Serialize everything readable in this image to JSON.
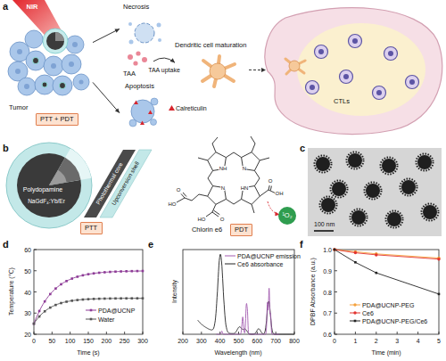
{
  "diagram": {
    "nodes": [
      {
        "text": [
          "Tumor"
        ]
      },
      {
        "text": [
          "PTT + PDT"
        ]
      },
      {
        "text": [
          "Necrosis"
        ]
      },
      {
        "text": [
          "TAA"
        ]
      },
      {
        "text": [
          "Dendritic cell maturation"
        ]
      },
      {
        "text": [
          "Apoptosis"
        ]
      },
      {
        "text": [
          "CTLs"
        ]
      },
      {
        "text": [
          "PTT"
        ]
      },
      {
        "text": [
          "PDT"
        ]
      },
      {
        "text": [
          "¹O₂"
        ]
      }
    ],
    "edges": [
      {
        "from": 0,
        "to": 2,
        "arrow": "to"
      },
      {
        "from": 0,
        "to": 5,
        "arrow": "to"
      },
      {
        "from": 3,
        "to": 4,
        "label": "TAA uptake",
        "arrow": "to"
      },
      {
        "from": 4,
        "to": 6,
        "arrow": "to"
      }
    ],
    "labels": [
      "a",
      "NIR",
      "Calreticulin",
      "b",
      "Photothermal core",
      "Upconversion shell",
      "Polydopamine",
      "NaGdF₄:Yb/Er",
      "NH",
      "N",
      "N",
      "HN",
      "O",
      "HO",
      "HO",
      "O",
      "O",
      "OH",
      "Chlorin e6",
      "c",
      "100 nm",
      "d",
      "Temperature (℃)",
      "20",
      "30",
      "40",
      "50",
      "60",
      "0",
      "50",
      "100",
      "150",
      "200",
      "250",
      "300",
      "Time (s)",
      "e",
      "Intensity",
      "200",
      "300",
      "400",
      "500",
      "600",
      "700",
      "800",
      "Wavelength (nm)",
      "f",
      "DPBF Absorbance (a.u.)",
      "0.6",
      "0.7",
      "0.8",
      "0.9",
      "1.0",
      "0",
      "1",
      "2",
      "3",
      "4",
      "5",
      "Time (min)"
    ],
    "legend": [
      {
        "text": "PDA@UCNP",
        "color": "#8e3d97"
      },
      {
        "text": "Water",
        "color": "#555555"
      },
      {
        "text": "PDA@UCNP emission",
        "color": "#a35bb0"
      },
      {
        "text": "Ce6 absorbance",
        "color": "#222222"
      },
      {
        "text": "PDA@UCNP-PEG",
        "color": "#f5a13c"
      },
      {
        "text": "Ce6",
        "color": "#e3342f"
      },
      {
        "text": "PDA@UCNP-PEG/Ce6",
        "color": "#222222"
      }
    ]
  }
}
